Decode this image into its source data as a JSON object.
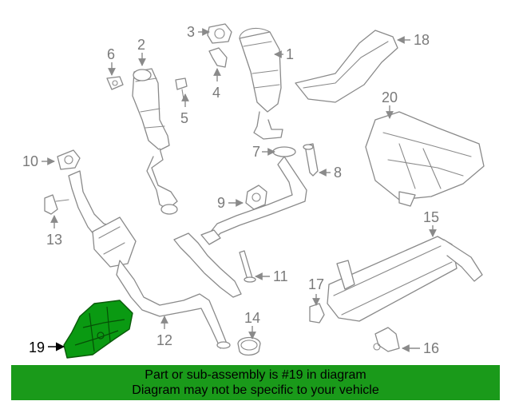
{
  "callouts": {
    "c1": "1",
    "c2": "2",
    "c3": "3",
    "c4": "4",
    "c5": "5",
    "c6": "6",
    "c7": "7",
    "c8": "8",
    "c9": "9",
    "c10": "10",
    "c11": "11",
    "c12": "12",
    "c13": "13",
    "c14": "14",
    "c15": "15",
    "c16": "16",
    "c17": "17",
    "c18": "18",
    "c19": "19",
    "c20": "20"
  },
  "highlight": {
    "part_number": "19",
    "color": "#0a9a12"
  },
  "banner": {
    "line1": "Part or sub-assembly is #19 in diagram",
    "line2": "Diagram may not be specific to your vehicle",
    "background": "#1a9a1a"
  }
}
